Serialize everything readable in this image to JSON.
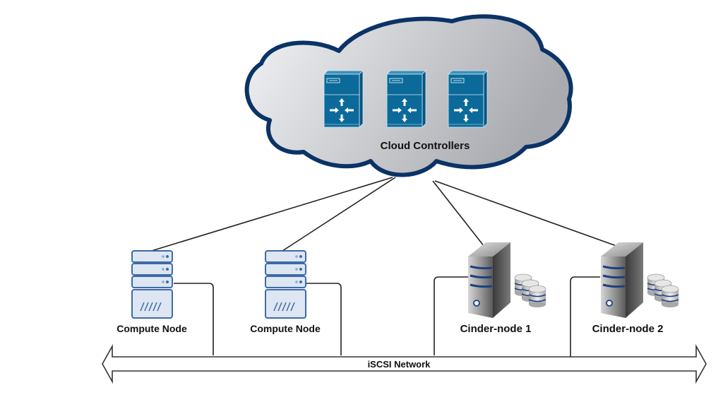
{
  "diagram": {
    "cloud": {
      "label": "Cloud Controllers",
      "controller_count": 3,
      "controllers": [
        {
          "icon": "network-switch-icon"
        },
        {
          "icon": "network-switch-icon"
        },
        {
          "icon": "network-switch-icon"
        }
      ]
    },
    "nodes": [
      {
        "label": "Compute Node",
        "type": "compute",
        "icon": "rack-server-icon"
      },
      {
        "label": "Compute Node",
        "type": "compute",
        "icon": "rack-server-icon"
      },
      {
        "label": "Cinder-node 1",
        "type": "storage",
        "icon": "storage-server-icon"
      },
      {
        "label": "Cinder-node 2",
        "type": "storage",
        "icon": "storage-server-icon"
      }
    ],
    "network": {
      "label": "iSCSI Network",
      "style": "double-headed-arrow"
    },
    "colors": {
      "cloud_border": "#0a3366",
      "controller_fill": "#0b6a9a",
      "compute_fill": "#dde6f2",
      "compute_stroke": "#3d6aa8",
      "storage_stripe": "#1d3f80"
    }
  }
}
